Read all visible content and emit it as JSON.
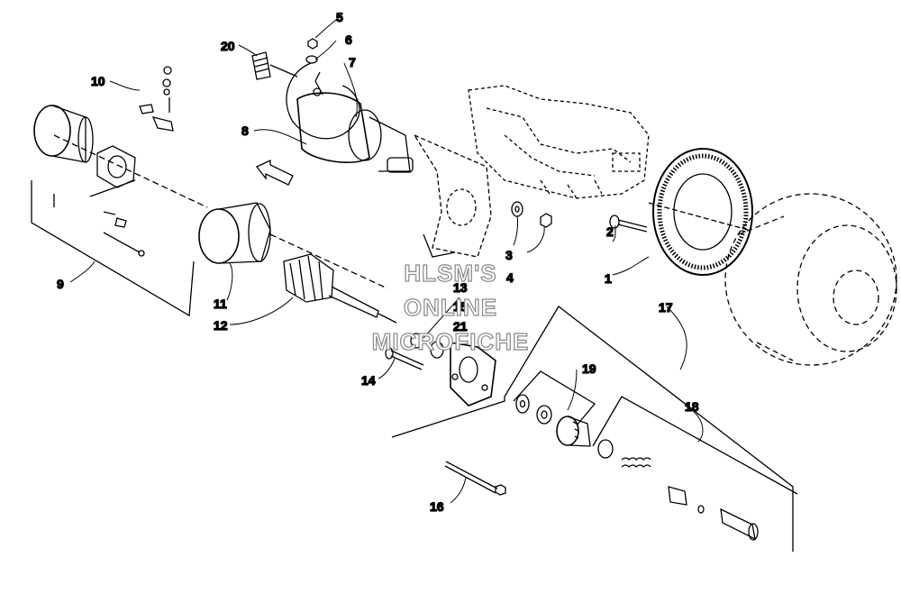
{
  "callouts": {
    "c1": "1",
    "c2": "2",
    "c3": "3",
    "c4": "4",
    "c5": "5",
    "c6": "6",
    "c7": "7",
    "c8": "8",
    "c9": "9",
    "c10": "10",
    "c11": "11",
    "c12": "12",
    "c13": "13",
    "c14": "14",
    "c15": "15",
    "c16": "16",
    "c17": "17",
    "c18": "18",
    "c19": "19",
    "c20": "20",
    "c21": "21"
  },
  "watermark": [
    "HLSM'S",
    "ONLINE",
    "MICROFICHE"
  ]
}
